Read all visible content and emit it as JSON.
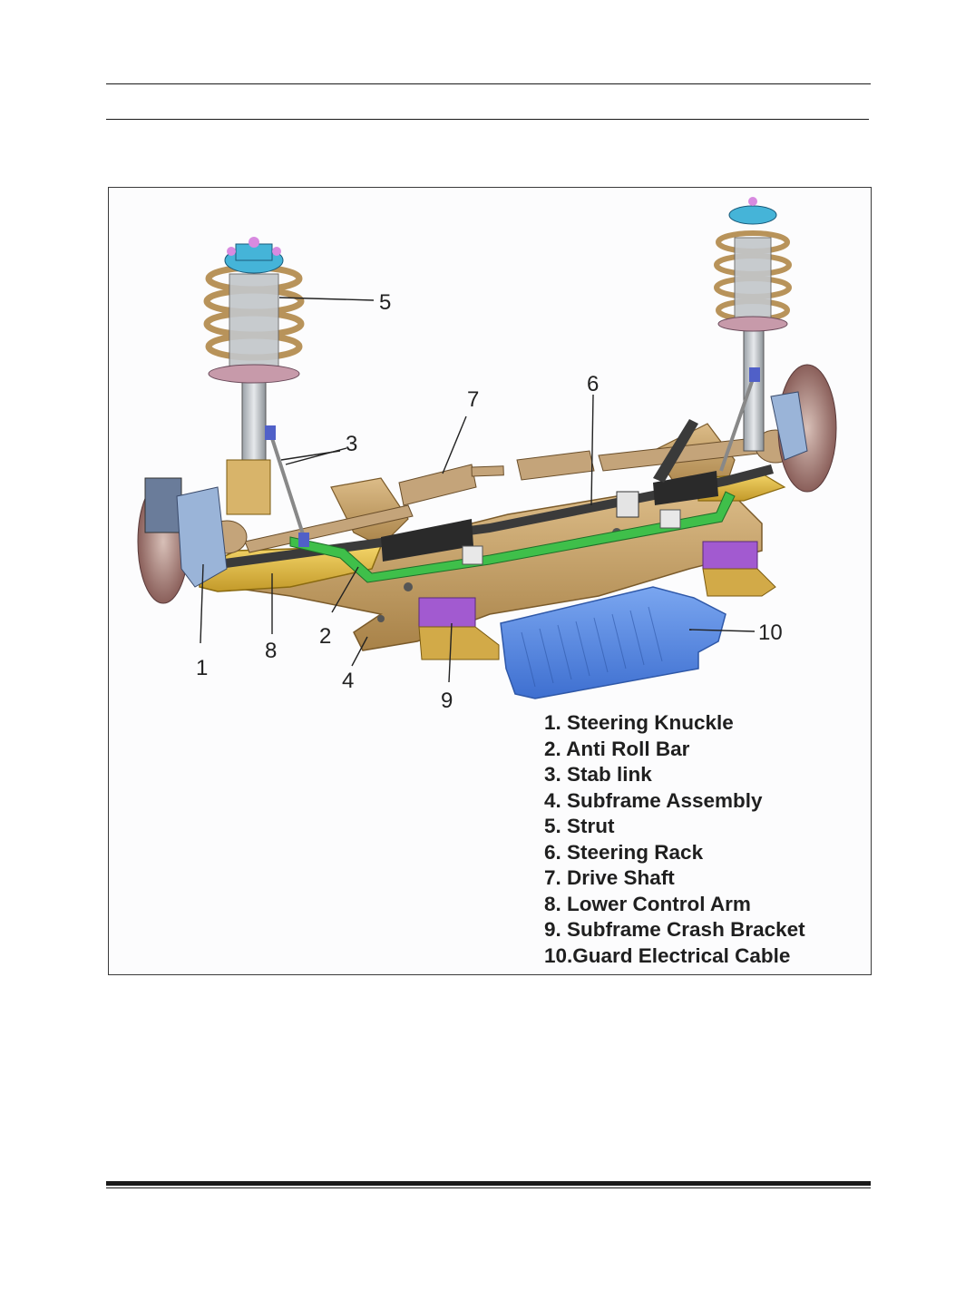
{
  "figure": {
    "callouts": [
      "1",
      "2",
      "3",
      "4",
      "5",
      "6",
      "7",
      "8",
      "9",
      "10"
    ],
    "legend": [
      "1. Steering Knuckle",
      "2. Anti Roll Bar",
      "3. Stab link",
      "4. Subframe Assembly",
      "5. Strut",
      "6. Steering Rack",
      "7. Drive Shaft",
      "8. Lower Control Arm",
      "9. Subframe Crash Bracket",
      "10.Guard Electrical Cable"
    ]
  },
  "colors": {
    "subframe": "#c9a46a",
    "control_arm": "#e8c24a",
    "spring": "#b8935a",
    "strut_body": "#c8ccd0",
    "strut_mount": "#45b4d8",
    "anti_roll_bar": "#3fbf4a",
    "crash_bracket": "#a25ad0",
    "cable_guard": "#4a86e8",
    "rack": "#3a3a3a"
  }
}
